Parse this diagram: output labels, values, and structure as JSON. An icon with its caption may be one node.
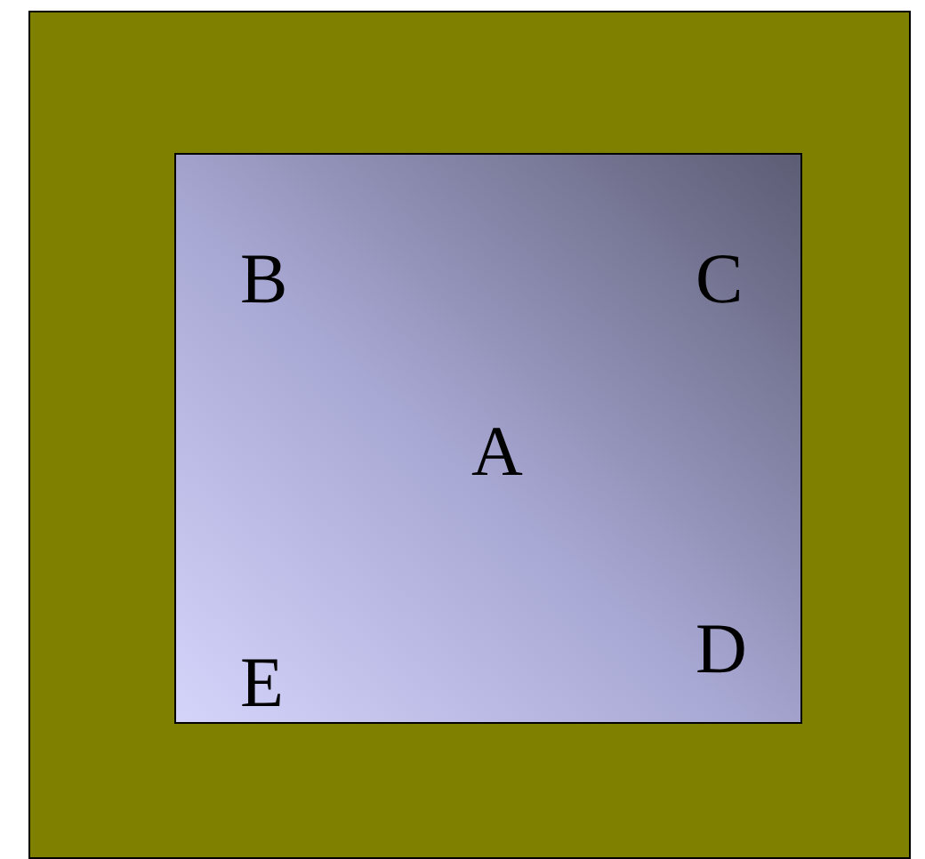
{
  "diagram": {
    "nodes": [
      {
        "text": [],
        "shape": "box"
      },
      {
        "text": [
          "B",
          "C",
          "A",
          "E",
          "D"
        ],
        "in": 0
      }
    ],
    "edges": []
  }
}
